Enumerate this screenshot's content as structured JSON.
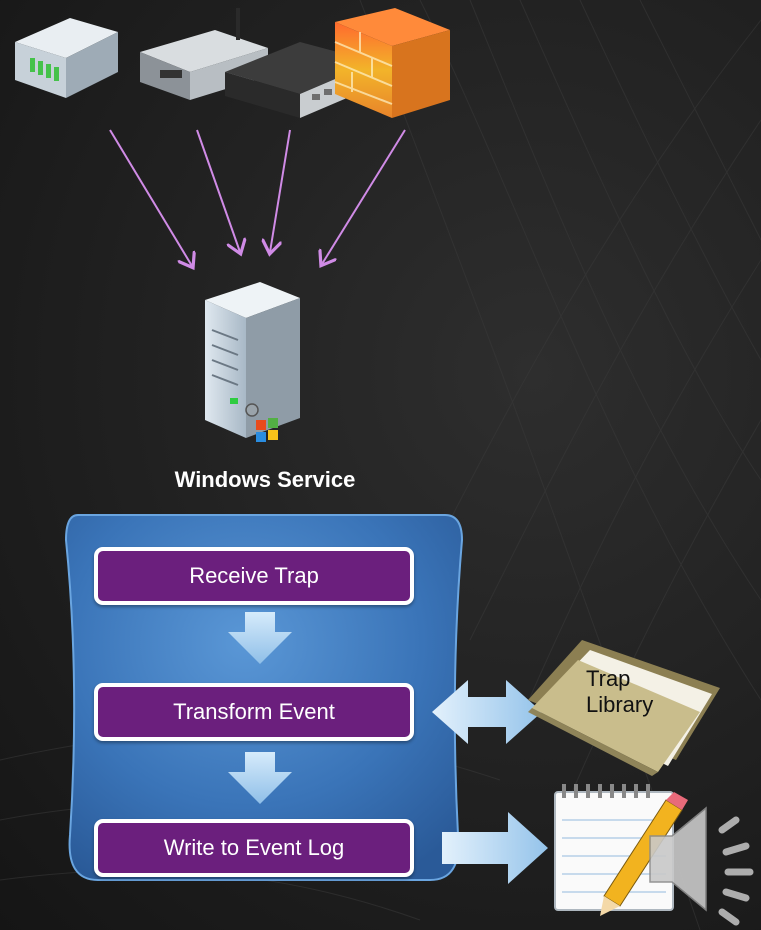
{
  "service_label": "Windows Service",
  "steps": [
    "Receive Trap",
    "Transform Event",
    "Write to Event Log"
  ],
  "library": {
    "line1": "Trap",
    "line2": "Library"
  },
  "colors": {
    "step_fill": "#6b1f7d",
    "container": "#3a74b8",
    "connector_arrows": "#d08be6",
    "flow_arrows": "#a9d0f2"
  },
  "icons": [
    "network-switch-icon",
    "router-icon",
    "network-hub-icon",
    "firewall-icon",
    "windows-server-icon",
    "folder-icon",
    "notepad-pencil-icon",
    "speaker-icon"
  ]
}
